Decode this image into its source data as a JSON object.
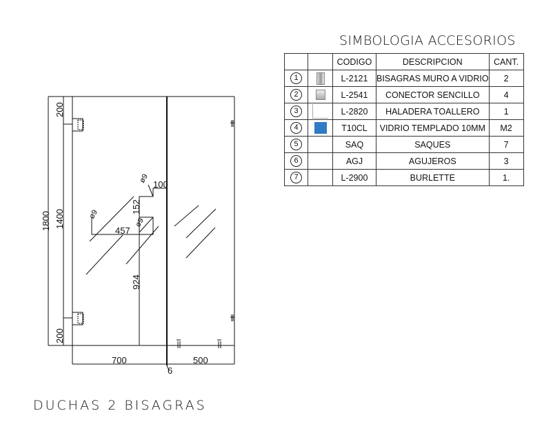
{
  "table": {
    "title": "SIMBOLOGIA ACCESORIOS",
    "headers": [
      "",
      "",
      "CODIGO",
      "DESCRIPCION",
      "CANT."
    ],
    "rows": [
      {
        "num": "1",
        "icon": "hinge-icon",
        "code": "L-2121",
        "desc": "BISAGRAS MURO A VIDRIO",
        "qty": "2"
      },
      {
        "num": "2",
        "icon": "connector-icon",
        "code": "L-2541",
        "desc": "CONECTOR SENCILLO",
        "qty": "4"
      },
      {
        "num": "3",
        "icon": "towel-bar-icon",
        "code": "L-2820",
        "desc": "HALADERA TOALLERO",
        "qty": "1"
      },
      {
        "num": "4",
        "icon": "glass-swatch-icon",
        "code": "T10CL",
        "desc": "VIDRIO TEMPLADO 10MM",
        "qty": "M2"
      },
      {
        "num": "5",
        "icon": "",
        "code": "SAQ",
        "desc": "SAQUES",
        "qty": "7"
      },
      {
        "num": "6",
        "icon": "",
        "code": "AGJ",
        "desc": "AGUJEROS",
        "qty": "3"
      },
      {
        "num": "7",
        "icon": "",
        "code": "L-2900",
        "desc": "BURLETTE",
        "qty": "1."
      }
    ],
    "glass_color": "#2f7bc4"
  },
  "dimensions": {
    "total_height": "1800",
    "inner_height": "1400",
    "top_offset": "200",
    "bottom_offset": "200",
    "door_width": "700",
    "panel_width": "500",
    "gap": "6",
    "notch_width": "100",
    "notch_height": "152",
    "hole_offset": "457",
    "hole_height": "924",
    "hole_diam_1": "ø9",
    "hole_diam_2": "ø9",
    "hole_diam_3": "ø9"
  },
  "footer": {
    "title": "DUCHAS 2  BISAGRAS"
  }
}
